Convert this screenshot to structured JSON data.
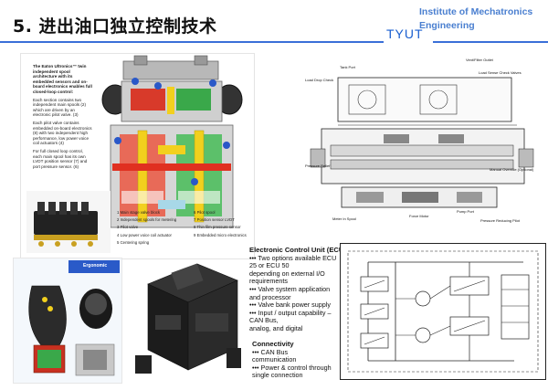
{
  "header": {
    "title": "5. 进出油口独立控制技术",
    "institute_line1": "Institute of Mechatronics",
    "institute_line2": "Engineering",
    "tyut": "TYUT"
  },
  "eaton_panel": {
    "intro": "The Eaton Ultronics™ twin independent spool architecture with its embedded sensors and on-board electronics enables full closed-loop control:",
    "bullets": [
      "Each section contains two independent main spools (2) which are driven by an electronic pilot valve. (3)",
      "Each pilot valve contains embedded on-board electronics (8) with two independent high performance, low power voice coil actuators (4)",
      "For full closed loop control, each main spool has its own LVDT position sensor (7) and port pressure sensor. (6)"
    ],
    "legend_left": [
      "1  Main stage valve block",
      "2  Independent spools for metering",
      "3  Pilot valve",
      "4  Low power voice coil actuator",
      "5  Centering spring"
    ],
    "legend_right": [
      "6  Pilot spool",
      "7  Position sensor LVDT",
      "8  Thin film pressure sensor",
      "9  Embedded micro electronics"
    ]
  },
  "section_drawing": {
    "labels": {
      "tank_port": "Tank Port",
      "vent": "Vent/Filter Outlet",
      "sense_check": "Load Sense Check Valves",
      "load_drop": "Load Drop Check",
      "pressure_relief": "Pressure Relief",
      "manual_override": "Manual Override (Optional)",
      "meter_spool": "Meter In Spool",
      "force_motor": "Force Motor",
      "pump_port": "Pump Port",
      "pressure_reducing": "Pressure Reducing Pilot"
    }
  },
  "joystick_panel": {
    "label": "Ergonomic"
  },
  "ecu": {
    "heading": "Electronic Control Unit (ECU)",
    "lines": [
      "••• Two options available ECU",
      "25 or ECU 50",
      "depending on external I/O",
      "requirements",
      "••• Valve system application",
      "and processor",
      "••• Valve bank power supply",
      "••• Input / output capability –",
      "CAN Bus,",
      "analog, and digital"
    ]
  },
  "connectivity": {
    "heading": "Connectivity",
    "lines": [
      "••• CAN Bus",
      "communication",
      "••• Power & control through",
      "single connection"
    ]
  },
  "colors": {
    "accent_blue": "#3a6fd8",
    "institute_blue": "#4a7fd0",
    "valve_red": "#d83a2a",
    "valve_green": "#3aa84a",
    "valve_yellow": "#f2d01e"
  }
}
